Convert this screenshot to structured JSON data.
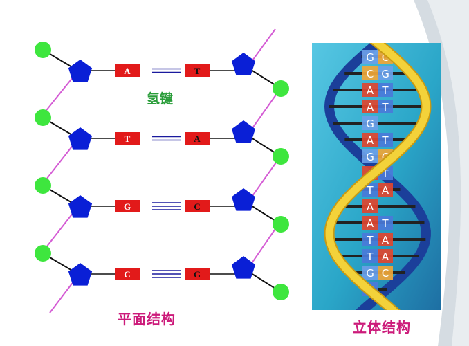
{
  "labels": {
    "hydrogen_bond": "氢键",
    "planar_structure": "平面结构",
    "3d_structure": "立体结构"
  },
  "pairs": [
    {
      "left": "A",
      "right": "T",
      "bonds": 2
    },
    {
      "left": "T",
      "right": "A",
      "bonds": 2
    },
    {
      "left": "G",
      "right": "C",
      "bonds": 3
    },
    {
      "left": "C",
      "right": "G",
      "bonds": 3
    }
  ],
  "helix_rungs": [
    [
      "G",
      "C"
    ],
    [
      "C",
      "G"
    ],
    [
      "A",
      "T"
    ],
    [
      "A",
      "T"
    ],
    [
      "G",
      ""
    ],
    [
      "A",
      "T"
    ],
    [
      "G",
      "C"
    ],
    [
      "A",
      "T"
    ],
    [
      "T",
      "A"
    ],
    [
      "A",
      ""
    ],
    [
      "A",
      "T"
    ],
    [
      "T",
      "A"
    ],
    [
      "T",
      "A"
    ],
    [
      "G",
      "C"
    ],
    [
      "T",
      ""
    ]
  ],
  "colors": {
    "phosphate": "#3ee63e",
    "sugar": "#0a1fd6",
    "base_box": "#e21a1a",
    "backbone": "#d45bd4",
    "bond": "#1a1a9e",
    "label_pink": "#cc1a7a",
    "label_green": "#2a9d3a",
    "helix_bg": "#2aa6c8",
    "ribbon": "#f3d23a"
  }
}
